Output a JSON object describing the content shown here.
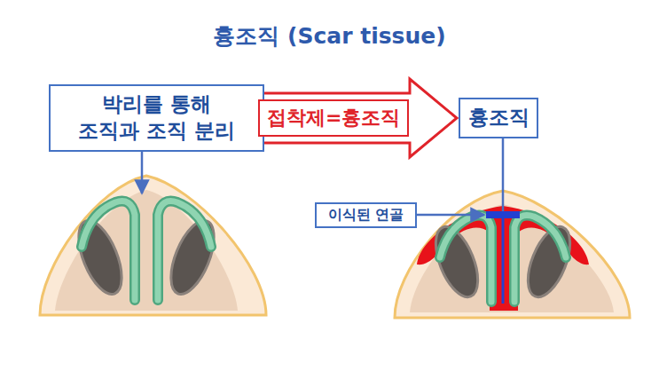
{
  "diagram": {
    "title": "흉조직 (Scar tissue)",
    "nodes": [
      {
        "text": [
          "박리를 통해 조직과 조직 분리"
        ]
      },
      {
        "text": [
          "흉조직"
        ]
      },
      {
        "text": [
          "이식된 연골"
        ]
      }
    ],
    "edges": [
      {
        "from": 0,
        "to": 1,
        "arrow": "to",
        "label": "접착제=흉조직"
      }
    ]
  }
}
